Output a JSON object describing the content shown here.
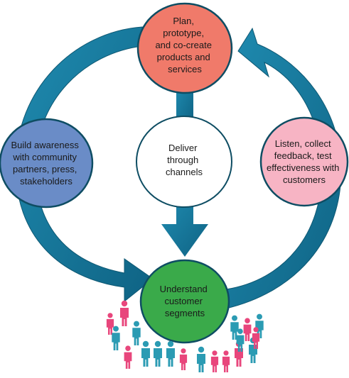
{
  "diagram": {
    "nodes": {
      "plan": {
        "lines": [
          "Plan,",
          "prototype,",
          "and co-create",
          "products and",
          "services"
        ],
        "fill": "#f07a6a"
      },
      "build": {
        "lines": [
          "Build awareness",
          "with community",
          "partners, press,",
          "stakeholders"
        ],
        "fill": "#6a8cc7"
      },
      "deliver": {
        "lines": [
          "Deliver",
          "through",
          "channels"
        ],
        "fill": "#ffffff"
      },
      "listen": {
        "lines": [
          "Listen, collect",
          "feedback, test",
          "effectiveness with",
          "customers"
        ],
        "fill": "#f7b4c4"
      },
      "understand": {
        "lines": [
          "Understand",
          "customer",
          "segments"
        ],
        "fill": "#3aaa4a"
      }
    },
    "colors": {
      "arrow": "#17799a",
      "arrow_dark": "#0f5e7a",
      "node_stroke": "#0e4d63",
      "person_pink": "#e8467c",
      "person_teal": "#2b9bb3"
    },
    "people_icon": "person-icon"
  }
}
